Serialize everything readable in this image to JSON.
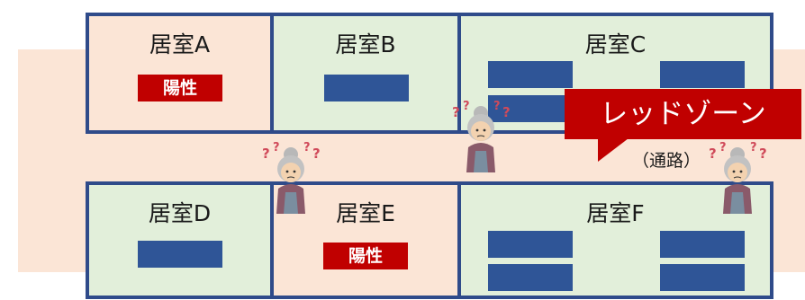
{
  "rooms": {
    "a": {
      "label": "居室A",
      "badge": "陽性"
    },
    "b": {
      "label": "居室B"
    },
    "c": {
      "label": "居室C"
    },
    "d": {
      "label": "居室D"
    },
    "e": {
      "label": "居室E",
      "badge": "陽性"
    },
    "f": {
      "label": "居室F"
    }
  },
  "zone": {
    "label": "レッドゾーン",
    "sublabel": "（通路）"
  },
  "colors": {
    "positive_room_fill": "#fbe5d6",
    "negative_room_fill": "#e2efda",
    "room_border": "#2f4b8a",
    "bed": "#2f5597",
    "positive_badge": "#c00000",
    "red_zone": "#c00000"
  },
  "icons": [
    "confused-elderly-woman-icon"
  ]
}
